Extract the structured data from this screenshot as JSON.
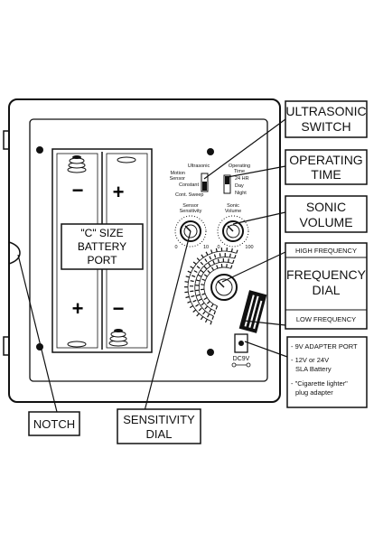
{
  "callouts": {
    "ultrasonic_switch_line1": "ULTRASONIC",
    "ultrasonic_switch_line2": "SWITCH",
    "operating_time_line1": "OPERATING",
    "operating_time_line2": "TIME",
    "sonic_volume_line1": "SONIC",
    "sonic_volume_line2": "VOLUME",
    "high_frequency": "HIGH FREQUENCY",
    "frequency_dial_line1": "FREQUENCY",
    "frequency_dial_line2": "DIAL",
    "low_frequency": "LOW FREQUENCY",
    "power_item1": "- 9V ADAPTER PORT",
    "power_item2_line1": "- 12V or 24V",
    "power_item2_line2": "SLA Battery",
    "power_item3_line1": "- \"Cigarette lighter\"",
    "power_item3_line2": "plug adapter",
    "notch": "NOTCH",
    "sensitivity_dial_line1": "SENSITIVITY",
    "sensitivity_dial_line2": "DIAL"
  },
  "battery": {
    "label_line1": "\"C\" SIZE",
    "label_line2": "BATTERY",
    "label_line3": "PORT",
    "minus": "−",
    "plus": "+"
  },
  "panel": {
    "ultrasonic": "Ultrasonic",
    "motion_sensor_line1": "Motion",
    "motion_sensor_line2": "Sensor",
    "constant": "Constant",
    "cont_sweep": "Cont. Sweep",
    "operating_time_line1": "Operating",
    "operating_time_line2": "Time",
    "hr24": "24 HR",
    "day": "Day",
    "night": "Night",
    "sensor_sensitivity_line1": "Sensor",
    "sensor_sensitivity_line2": "Sensitivity",
    "sonic_volume_line1": "Sonic",
    "sonic_volume_line2": "Volume",
    "dial_min": "0",
    "dial_max_sens": "10",
    "dial_max_vol": "100",
    "dc_label": "DC9V"
  }
}
